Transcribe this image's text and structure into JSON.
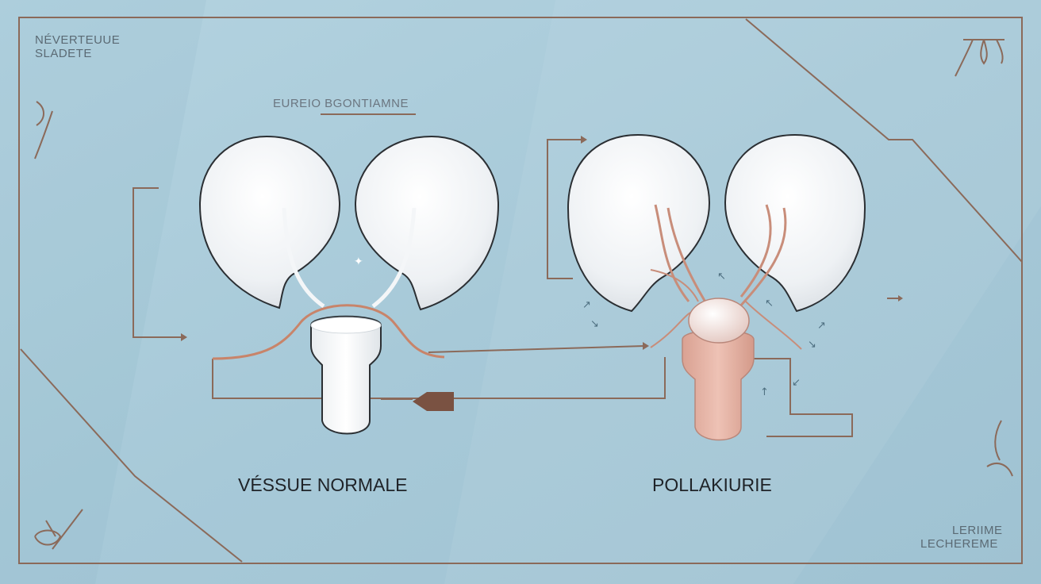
{
  "corner_top_left": [
    "NÉVERTEUUE",
    "SLADETE"
  ],
  "section_heading": "EUREIO BGONTIAMNE",
  "left_caption": "VÉSSUE NORMALE",
  "right_caption": "POLLAKIURIE",
  "corner_bottom_right": [
    "LERIIME",
    "LECHEREME"
  ],
  "colors": {
    "background": "#a9cad8",
    "frame_line": "#8b6a5a",
    "kidney_fill": "#f5f7f9",
    "kidney_outline": "#2b2f33",
    "ureter_normal": "#c8846a",
    "bladder_irritated": "#e3b3a4",
    "arrow": "#8b5e4e"
  },
  "icons": [
    "feather-icon",
    "ornament-icon",
    "leaf-icon",
    "scissors-icon"
  ]
}
